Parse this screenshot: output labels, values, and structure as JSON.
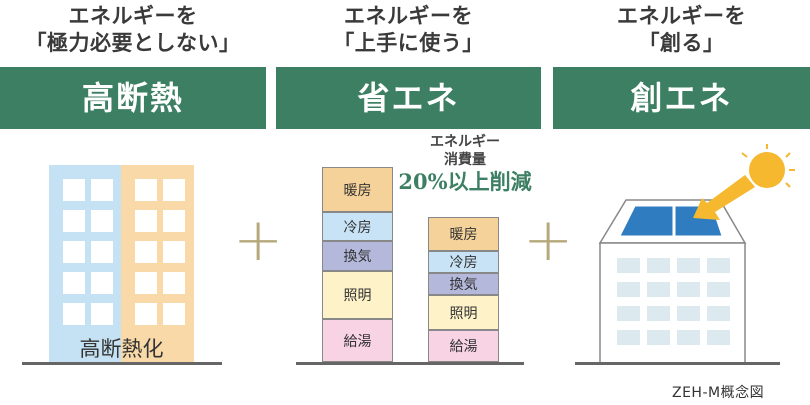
{
  "columns": [
    {
      "caption_line1": "エネルギーを",
      "caption_line2": "「極力必要としない」",
      "banner": "高断熱"
    },
    {
      "caption_line1": "エネルギーを",
      "caption_line2": "「上手に使う」",
      "banner": "省エネ"
    },
    {
      "caption_line1": "エネルギーを",
      "caption_line2": "「創る」",
      "banner": "創エネ"
    }
  ],
  "plus_symbol": "+",
  "building1": {
    "label": "高断熱化"
  },
  "stack_before": [
    "暖房",
    "冷房",
    "換気",
    "照明",
    "給湯"
  ],
  "stack_after": [
    "暖房",
    "冷房",
    "換気",
    "照明",
    "給湯"
  ],
  "reduction_note": {
    "line1": "エネルギー",
    "line2": "消費量",
    "line3": "20%以上削減"
  },
  "footer": "ZEH-M概念図",
  "colors": {
    "banner_green": "#3c7f62",
    "plus_gold": "#b5a87a",
    "heating": "#f5d29a",
    "cooling": "#c7e3f5",
    "ventilation": "#b4b8db",
    "lighting": "#fdf2c8",
    "hot_water": "#f8d3e4",
    "solar_panel": "#2f7cc0",
    "sun": "#f5b82e"
  },
  "icons": [
    "sun-icon",
    "solar-panel-icon",
    "arrow-icon"
  ]
}
